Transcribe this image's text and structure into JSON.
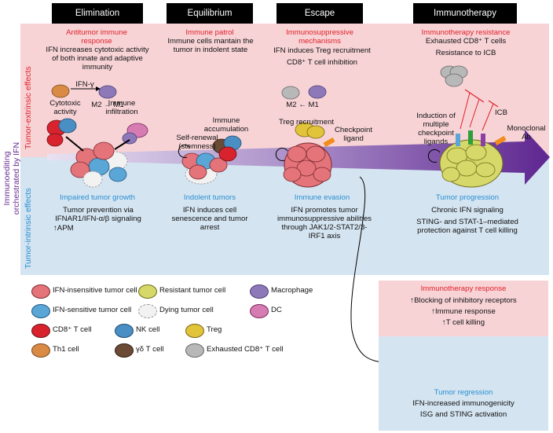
{
  "side_labels": {
    "axis": "Immunoediting orchestrated by IFN",
    "extrinsic": "Tumor-extrinsic effects",
    "intrinsic": "Tumor-intrinsic effects"
  },
  "phases": [
    {
      "header": "Elimination",
      "top_title": "Antitumor immune response",
      "top_text": "IFN increases cytotoxic activity of both innate and adaptive immunity",
      "bottom_title": "Impaired tumor growth",
      "bottom_text": "Tumor prevention via IFNAR1/IFN-α/β signaling",
      "bottom_extra": "↑APM"
    },
    {
      "header": "Equilibrium",
      "top_title": "Immune patrol",
      "top_text": "Immune cells mantain the tumor in indolent state",
      "bottom_title": "Indolent tumors",
      "bottom_text": "IFN induces cell senescence and tumor arrest"
    },
    {
      "header": "Escape",
      "top_title": "Immunosuppressive mechanisms",
      "top_text": "IFN induces Treg recruitment",
      "top_text2": "CD8⁺ T cell inhibition",
      "bottom_title": "Immune evasion",
      "bottom_text": "IFN promotes tumor immunosuppressive abilities through JAK1/2-STAT2/3-IRF1 axis"
    },
    {
      "header": "Immunotherapy",
      "top_title": "Immunotherapy resistance",
      "top_text": "Exhausted CD8⁺ T cells",
      "top_text2": "Resistance to ICB",
      "bottom_title": "Tumor progression",
      "bottom_text": "Chronic IFN signaling",
      "bottom_text2": "STING- and STAT-1–mediated protection against T cell killing"
    }
  ],
  "annotations": {
    "ifn_gamma": "IFN-γ",
    "m2_m1_a": "M2 → M1",
    "m2_m1_b": "M2 ← M1",
    "cytotoxic": "Cytotoxic activity",
    "infiltration": "Immune infiltration",
    "self_renewal": "Self-renewal (stemness)",
    "accumulation": "Immune accumulation",
    "treg_recruitment": "Treg recruitment",
    "checkpoint_ligand": "Checkpoint ligand",
    "induction": "Induction of multiple checkpoint ligands",
    "icb": "ICB",
    "monoclonal": "Monoclonal Ab"
  },
  "legend": [
    {
      "label": "IFN-insensitive tumor cell",
      "color": "#e4737a"
    },
    {
      "label": "Resistant tumor cell",
      "color": "#d6d86a"
    },
    {
      "label": "Macrophage",
      "color": "#8d79b8"
    },
    {
      "label": "IFN-sensitive tumor cell",
      "color": "#5aa6d6"
    },
    {
      "label": "Dying tumor cell",
      "color": "#f2f2f2"
    },
    {
      "label": "DC",
      "color": "#d67cb2"
    },
    {
      "label": "CD8⁺ T cell",
      "color": "#d8232e"
    },
    {
      "label": "NK cell",
      "color": "#4a8fc4"
    },
    {
      "label": "Treg",
      "color": "#e2c43a"
    },
    {
      "label": "Th1 cell",
      "color": "#d98a44"
    },
    {
      "label": "γδ T cell",
      "color": "#6b4a36"
    },
    {
      "label": "Exhausted CD8⁺ T cell",
      "color": "#b8b8b8"
    }
  ],
  "response": {
    "title": "Immunotherapy response",
    "line1": "↑Blocking of inhibitory receptors",
    "line2": "↑Immune response",
    "line3": "↑T cell killing",
    "bottom_title": "Tumor regression",
    "bottom_line1": "IFN-increased immunogenicity",
    "bottom_line2": "ISG and STING activation"
  },
  "colors": {
    "red_text": "#e0222b",
    "blue_text": "#2a8fd0",
    "arrow": "#6a2c91",
    "pink_band": "#f7d3d6",
    "blue_band": "#d4e4f1"
  }
}
